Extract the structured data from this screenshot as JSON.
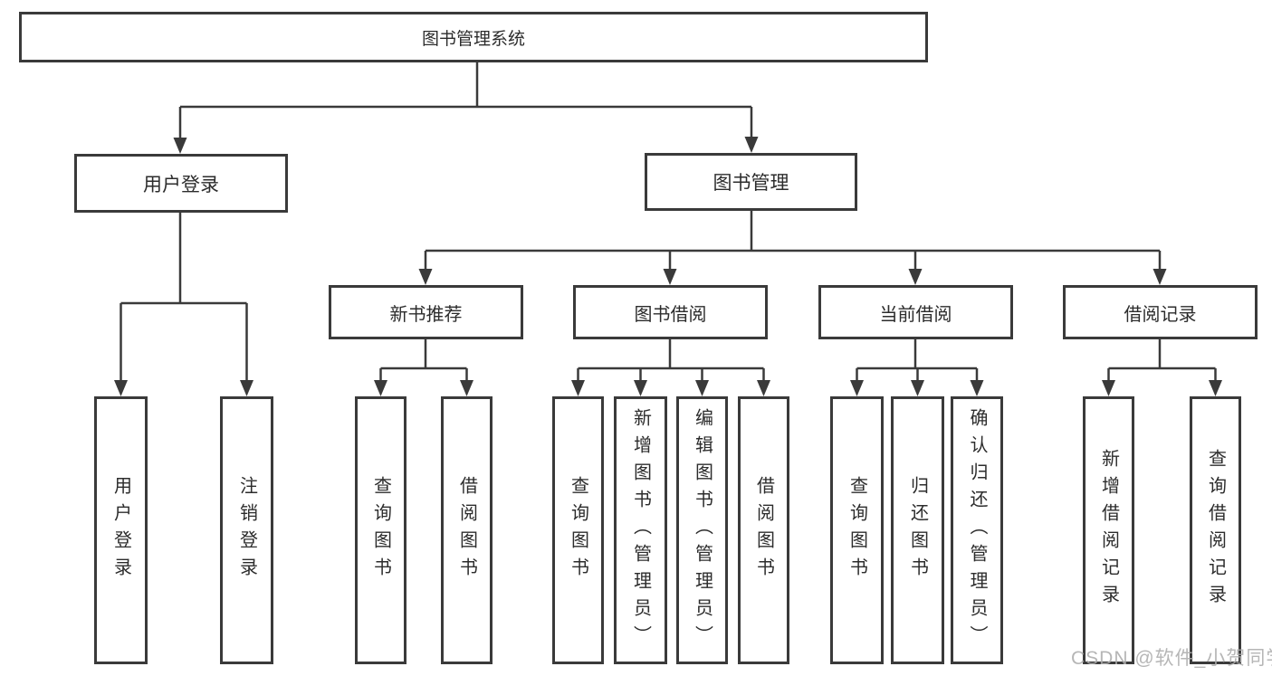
{
  "diagram": {
    "type": "hierarchy-tree",
    "tree": {
      "root": "图书管理系统",
      "branches": [
        {
          "label": "用户登录",
          "children": [
            "用户登录",
            "注销登录"
          ]
        },
        {
          "label": "图书管理",
          "groups": [
            {
              "label": "新书推荐",
              "children": [
                "查询图书",
                "借阅图书"
              ]
            },
            {
              "label": "图书借阅",
              "children": [
                "查询图书",
                "新增图书（管理员）",
                "编辑图书（管理员）",
                "借阅图书"
              ]
            },
            {
              "label": "当前借阅",
              "children": [
                "查询图书",
                "归还图书",
                "确认归还（管理员）"
              ]
            },
            {
              "label": "借阅记录",
              "children": [
                "新增借阅记录",
                "查询借阅记录"
              ]
            }
          ]
        }
      ]
    },
    "colors": {
      "line": "#3a3a3a",
      "box_border": "#3a3a3a",
      "text": "#2c2c2c",
      "background": "#ffffff",
      "watermark_text_color": "#acacac"
    },
    "watermark": "CSDN @软件_小贺同学"
  }
}
